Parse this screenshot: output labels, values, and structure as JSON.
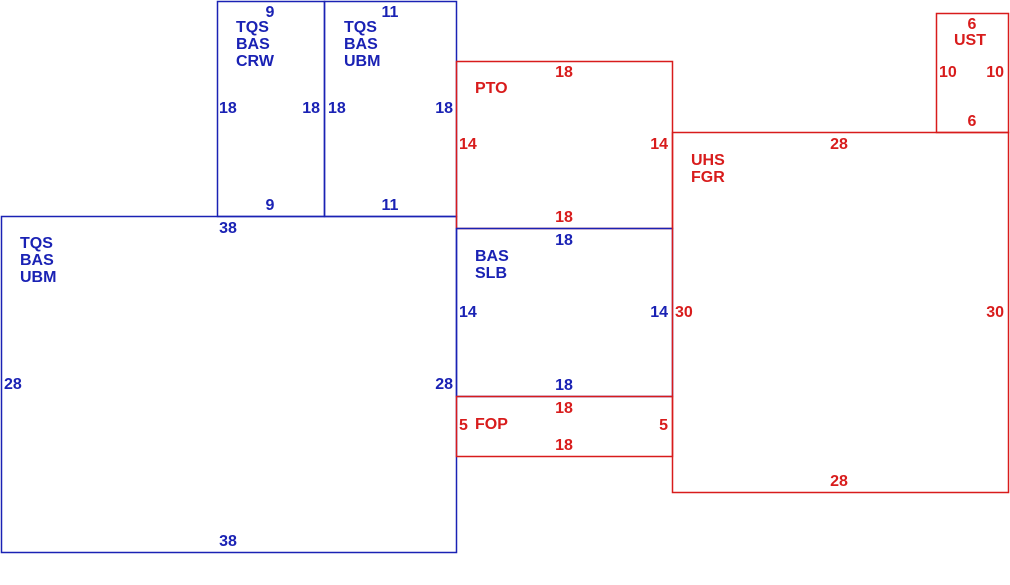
{
  "colors": {
    "blue": "#1a22b4",
    "red": "#d81c1c"
  },
  "rooms": [
    {
      "id": "tqs-bas-crw",
      "color": "blue",
      "names": [
        "TQS",
        "BAS",
        "CRW"
      ],
      "dims": {
        "top": "9",
        "bottom": "9",
        "left": "18",
        "right": "18"
      }
    },
    {
      "id": "tqs-bas-ubm-small",
      "color": "blue",
      "names": [
        "TQS",
        "BAS",
        "UBM"
      ],
      "dims": {
        "top": "11",
        "bottom": "11",
        "left": "18",
        "right": "18"
      }
    },
    {
      "id": "tqs-bas-ubm-large",
      "color": "blue",
      "names": [
        "TQS",
        "BAS",
        "UBM"
      ],
      "dims": {
        "top": "38",
        "bottom": "38",
        "left": "28",
        "right": "28"
      }
    },
    {
      "id": "pto",
      "color": "red",
      "names": [
        "PTO"
      ],
      "dims": {
        "top": "18",
        "bottom": "18",
        "left": "14",
        "right": "14"
      }
    },
    {
      "id": "bas-slb",
      "color": "blue",
      "names": [
        "BAS",
        "SLB"
      ],
      "dims": {
        "top": "18",
        "bottom": "18",
        "left": "14",
        "right": "14"
      }
    },
    {
      "id": "fop",
      "color": "red",
      "names": [
        "FOP"
      ],
      "dims": {
        "top": "18",
        "bottom": "18",
        "left": "5",
        "right": "5"
      }
    },
    {
      "id": "uhs-fgr",
      "color": "red",
      "names": [
        "UHS",
        "FGR"
      ],
      "dims": {
        "top": "28",
        "bottom": "28",
        "left": "30",
        "right": "30"
      }
    },
    {
      "id": "ust",
      "color": "red",
      "names": [
        "UST"
      ],
      "dims": {
        "top": "6",
        "bottom": "6",
        "left": "10",
        "right": "10"
      }
    }
  ]
}
